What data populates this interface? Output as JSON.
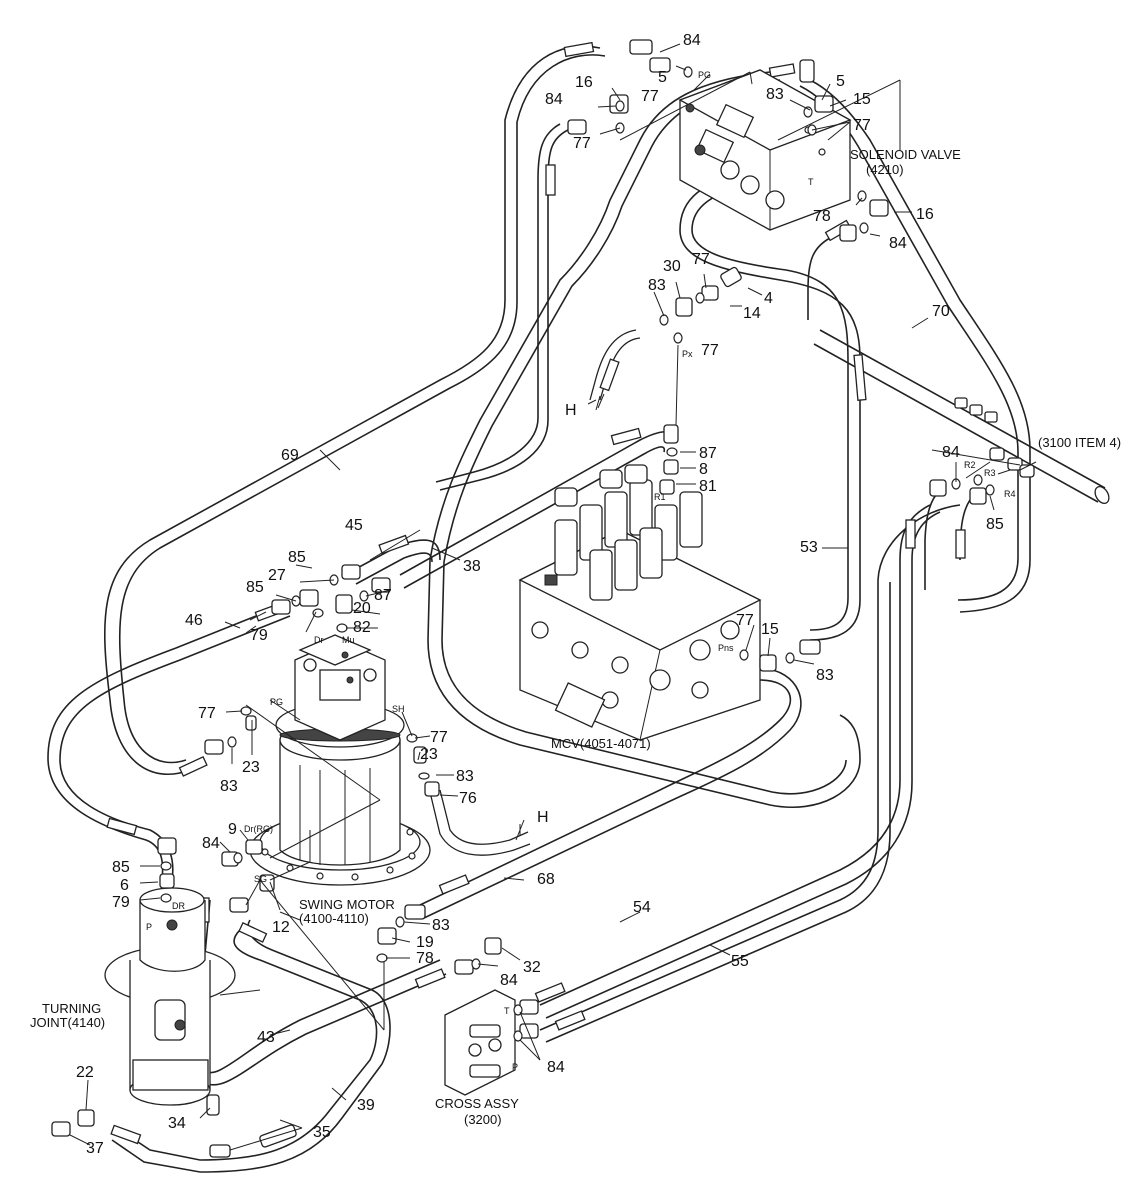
{
  "components": {
    "solenoid_valve": [
      "SOLENOID VALVE",
      "(4210)"
    ],
    "mcv": "MCV(4051-4071)",
    "swing_motor": [
      "SWING MOTOR",
      "(4100-4110)"
    ],
    "turning_joint": [
      "TURNING",
      "JOINT(4140)"
    ],
    "cross_assy": [
      "CROSS ASSY",
      "(3200)"
    ],
    "item_3100": "(3100 ITEM 4)"
  },
  "port_labels": {
    "pg_top": "PG",
    "px": "Px",
    "r1": "R1",
    "r2": "R2",
    "r3": "R3",
    "r4": "R4",
    "dr": "Dr",
    "mu": "Mu",
    "pg_motor": "PG",
    "sh": "SH",
    "dr_rg": "Dr(RG)",
    "sg": "SG",
    "dr_tj": "DR",
    "p_tj": "P",
    "t_cross": "T",
    "p_cross": "P",
    "pns": "Pns",
    "t_sol": "T",
    "h_upper": "H",
    "h_lower": "H"
  },
  "callouts": [
    "84",
    "5",
    "77",
    "16",
    "84",
    "77",
    "83",
    "5",
    "15",
    "77",
    "78",
    "16",
    "84",
    "30",
    "77",
    "83",
    "4",
    "14",
    "77",
    "70",
    "87",
    "8",
    "81",
    "84",
    "69",
    "45",
    "38",
    "85",
    "27",
    "85",
    "87",
    "20",
    "82",
    "46",
    "79",
    "53",
    "85",
    "77",
    "15",
    "83",
    "77",
    "23",
    "83",
    "77",
    "23",
    "83",
    "76",
    "84",
    "9",
    "85",
    "6",
    "79",
    "12",
    "68",
    "83",
    "19",
    "78",
    "54",
    "55",
    "84",
    "32",
    "43",
    "84",
    "22",
    "34",
    "37",
    "35",
    "39"
  ]
}
